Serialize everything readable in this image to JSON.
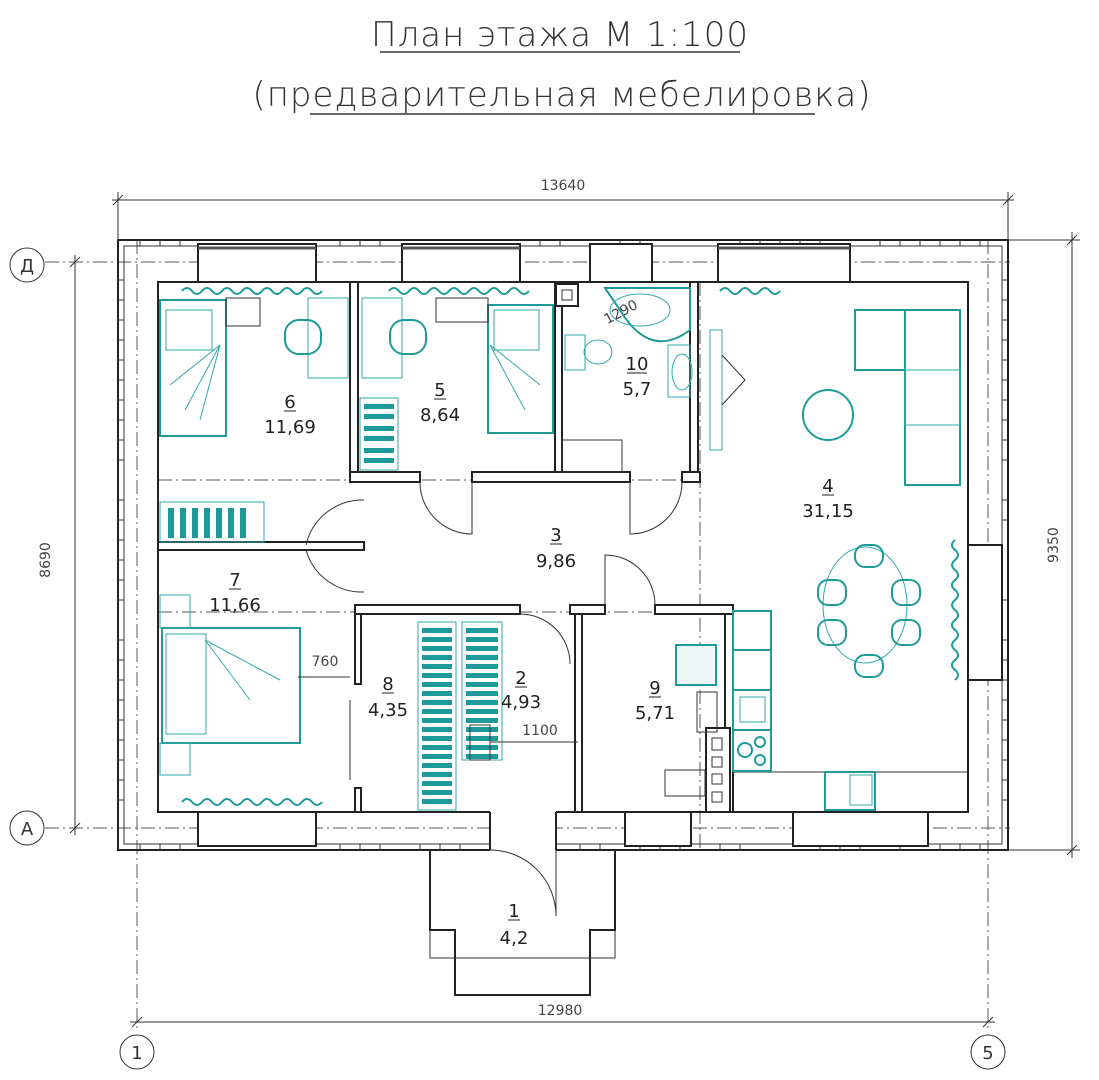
{
  "title": {
    "line1": "План этажа  М 1:100",
    "line2": "(предварительная мебелировка)"
  },
  "dimensions": {
    "top": "13640",
    "bottom": "12980",
    "left": "8690",
    "right": "9350",
    "passage": "760",
    "closet": "1100",
    "bath": "1290"
  },
  "axes": {
    "top": "Д",
    "bottom": "А",
    "left": "1",
    "right": "5"
  },
  "rooms": [
    {
      "number": "1",
      "area": "4,2"
    },
    {
      "number": "2",
      "area": "4,93"
    },
    {
      "number": "3",
      "area": "9,86"
    },
    {
      "number": "4",
      "area": "31,15"
    },
    {
      "number": "5",
      "area": "8,64"
    },
    {
      "number": "6",
      "area": "11,69"
    },
    {
      "number": "7",
      "area": "11,66"
    },
    {
      "number": "8",
      "area": "4,35"
    },
    {
      "number": "9",
      "area": "5,71"
    },
    {
      "number": "10",
      "area": "5,7"
    }
  ],
  "colors": {
    "furniture": "#1e9a9a",
    "walls": "#222222"
  }
}
